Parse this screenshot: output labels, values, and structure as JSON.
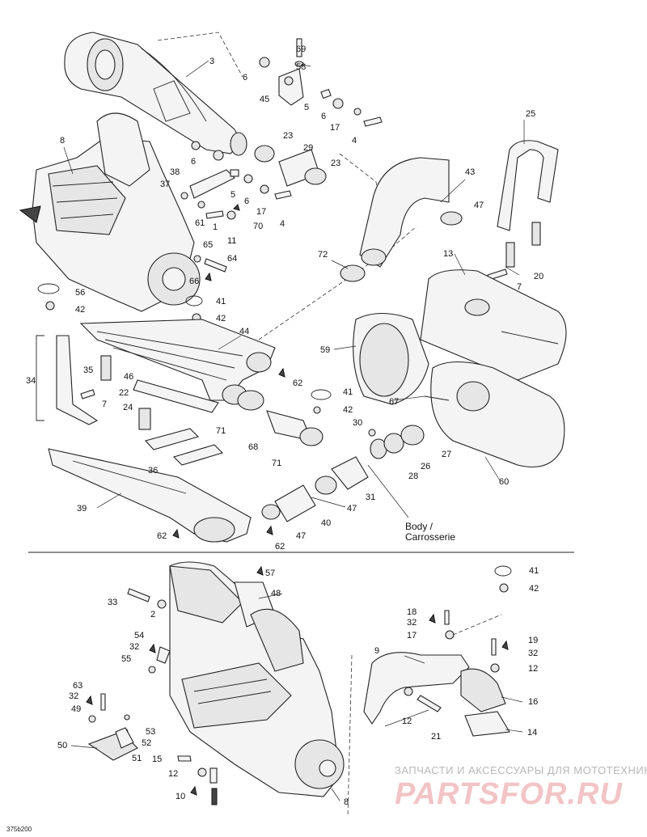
{
  "diagram": {
    "callouts": [
      {
        "id": "c3",
        "text": "3"
      },
      {
        "id": "c69",
        "text": "69"
      },
      {
        "id": "c58",
        "text": "58"
      },
      {
        "id": "c6a",
        "text": "6"
      },
      {
        "id": "c45",
        "text": "45"
      },
      {
        "id": "c5a",
        "text": "5"
      },
      {
        "id": "c6b",
        "text": "6"
      },
      {
        "id": "c17a",
        "text": "17"
      },
      {
        "id": "c4a",
        "text": "4"
      },
      {
        "id": "c23a",
        "text": "23"
      },
      {
        "id": "c29",
        "text": "29"
      },
      {
        "id": "c23b",
        "text": "23"
      },
      {
        "id": "c8a",
        "text": "8"
      },
      {
        "id": "c6c",
        "text": "6"
      },
      {
        "id": "c38",
        "text": "38"
      },
      {
        "id": "c37",
        "text": "37"
      },
      {
        "id": "c5b",
        "text": "5"
      },
      {
        "id": "c6d",
        "text": "6"
      },
      {
        "id": "c17b",
        "text": "17"
      },
      {
        "id": "c4b",
        "text": "4"
      },
      {
        "id": "c61",
        "text": "61"
      },
      {
        "id": "c1",
        "text": "1"
      },
      {
        "id": "c70",
        "text": "70"
      },
      {
        "id": "c11",
        "text": "11"
      },
      {
        "id": "c65",
        "text": "65"
      },
      {
        "id": "c64",
        "text": "64"
      },
      {
        "id": "c66",
        "text": "66"
      },
      {
        "id": "c56",
        "text": "56"
      },
      {
        "id": "c42a",
        "text": "42"
      },
      {
        "id": "c41a",
        "text": "41"
      },
      {
        "id": "c42b",
        "text": "42"
      },
      {
        "id": "c25",
        "text": "25"
      },
      {
        "id": "c43",
        "text": "43"
      },
      {
        "id": "c47a",
        "text": "47"
      },
      {
        "id": "c72",
        "text": "72"
      },
      {
        "id": "c13",
        "text": "13"
      },
      {
        "id": "c20",
        "text": "20"
      },
      {
        "id": "c7a",
        "text": "7"
      },
      {
        "id": "c44",
        "text": "44"
      },
      {
        "id": "c59",
        "text": "59"
      },
      {
        "id": "c34",
        "text": "34"
      },
      {
        "id": "c35",
        "text": "35"
      },
      {
        "id": "c46",
        "text": "46"
      },
      {
        "id": "c22",
        "text": "22"
      },
      {
        "id": "c7b",
        "text": "7"
      },
      {
        "id": "c62a",
        "text": "62"
      },
      {
        "id": "c41b",
        "text": "41"
      },
      {
        "id": "c42c",
        "text": "42"
      },
      {
        "id": "c67",
        "text": "67"
      },
      {
        "id": "c24",
        "text": "24"
      },
      {
        "id": "c30",
        "text": "30"
      },
      {
        "id": "c71a",
        "text": "71"
      },
      {
        "id": "c68",
        "text": "68"
      },
      {
        "id": "c27",
        "text": "27"
      },
      {
        "id": "c26",
        "text": "26"
      },
      {
        "id": "c28",
        "text": "28"
      },
      {
        "id": "c71b",
        "text": "71"
      },
      {
        "id": "c36",
        "text": "36"
      },
      {
        "id": "c60",
        "text": "60"
      },
      {
        "id": "c31",
        "text": "31"
      },
      {
        "id": "c47b",
        "text": "47"
      },
      {
        "id": "c39",
        "text": "39"
      },
      {
        "id": "c40",
        "text": "40"
      },
      {
        "id": "c47c",
        "text": "47"
      },
      {
        "id": "c62b",
        "text": "62"
      },
      {
        "id": "c62c",
        "text": "62"
      },
      {
        "id": "c41c",
        "text": "41"
      },
      {
        "id": "c42d",
        "text": "42"
      },
      {
        "id": "c57",
        "text": "57"
      },
      {
        "id": "c33",
        "text": "33"
      },
      {
        "id": "c48",
        "text": "48"
      },
      {
        "id": "c2",
        "text": "2"
      },
      {
        "id": "c18",
        "text": "18"
      },
      {
        "id": "c32a",
        "text": "32"
      },
      {
        "id": "c17c",
        "text": "17"
      },
      {
        "id": "c54",
        "text": "54"
      },
      {
        "id": "c32b",
        "text": "32"
      },
      {
        "id": "c19",
        "text": "19"
      },
      {
        "id": "c32c",
        "text": "32"
      },
      {
        "id": "c55",
        "text": "55"
      },
      {
        "id": "c9",
        "text": "9"
      },
      {
        "id": "c12a",
        "text": "12"
      },
      {
        "id": "c63",
        "text": "63"
      },
      {
        "id": "c32d",
        "text": "32"
      },
      {
        "id": "c16",
        "text": "16"
      },
      {
        "id": "c49",
        "text": "49"
      },
      {
        "id": "c12b",
        "text": "12"
      },
      {
        "id": "c53",
        "text": "53"
      },
      {
        "id": "c14",
        "text": "14"
      },
      {
        "id": "c21",
        "text": "21"
      },
      {
        "id": "c50",
        "text": "50"
      },
      {
        "id": "c52",
        "text": "52"
      },
      {
        "id": "c51",
        "text": "51"
      },
      {
        "id": "c15",
        "text": "15"
      },
      {
        "id": "c12c",
        "text": "12"
      },
      {
        "id": "c10",
        "text": "10"
      },
      {
        "id": "c8b",
        "text": "8"
      }
    ],
    "body_note_line1": "Body /",
    "body_note_line2": "Carrosserie",
    "drawing_code": "375b200"
  },
  "watermark": {
    "tagline": "ЗАПЧАСТИ И АКСЕССУАРЫ ДЛЯ МОТОТЕХНИКИ",
    "logo": "PARTSFOR.RU"
  },
  "colors": {
    "ink": "#222222",
    "watermark_text": "#b8b8b8",
    "watermark_logo": "#f2c4c6"
  }
}
